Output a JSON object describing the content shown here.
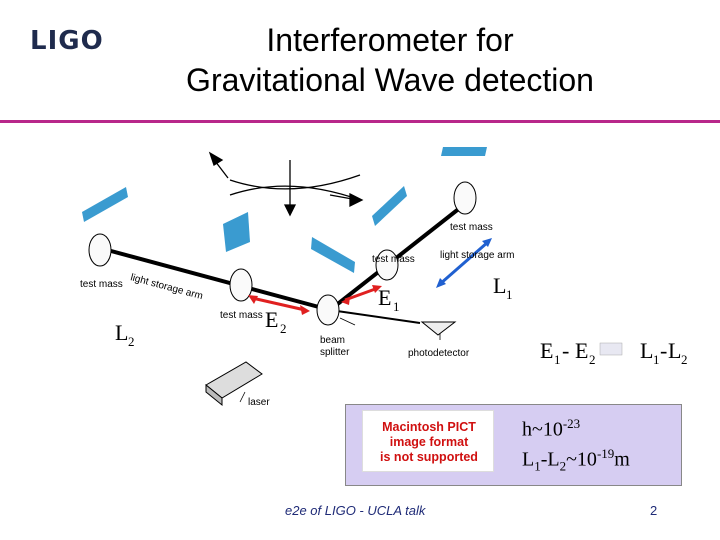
{
  "header": {
    "logo_text": "LIGO",
    "title_line1": "Interferometer for",
    "title_line2": "Gravitational Wave detection"
  },
  "diagram": {
    "labels": {
      "test_mass_top": "test mass",
      "test_mass_far_left": "test mass",
      "test_mass_inner_left": "test mass",
      "test_mass_inner_right": "test mass",
      "light_storage_arm_left": "light storage arm",
      "light_storage_arm_right": "light storage arm",
      "beam_splitter_line1": "beam",
      "beam_splitter_line2": "splitter",
      "photodetector": "photodetector",
      "laser": "laser"
    },
    "symbols": {
      "L": "L",
      "E": "E",
      "sub1": "1",
      "sub2": "2",
      "minus": "-"
    }
  },
  "formula": {
    "h_prefix": "h~10",
    "h_exp": "-23",
    "L1": "L",
    "sub1": "1",
    "dash": "-L",
    "sub2": "2",
    "tilde": "~10",
    "L_exp": "-19",
    "unit": "m"
  },
  "pict_placeholder": {
    "line1": "Macintosh PICT",
    "line2": "image format",
    "line3": "is not supported"
  },
  "footer": {
    "text": "e2e of LIGO - UCLA talk",
    "page": "2"
  },
  "colors": {
    "accent_rule": "#b8278a",
    "arm_blue": "#3a9bd0",
    "arrow_red": "#e02020",
    "arrow_blue": "#2060d0",
    "formula_bg": "#d6cdf2"
  }
}
